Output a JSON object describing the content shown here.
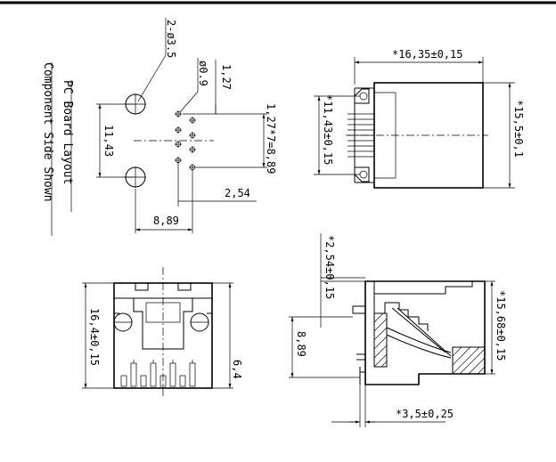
{
  "title": {
    "line1": "PC Board Layout",
    "line2": "Component Side Shown"
  },
  "pcb_layout": {
    "mount_holes": "2-ø3.5",
    "pin_holes": "ø0.9",
    "pin_pitch_1": "1,27",
    "pin_pitch_2": "1,27*7=8,89",
    "hole_spacing": "11,43",
    "row_offset": "2,54",
    "hole_to_pin": "8,89"
  },
  "side_view": {
    "length": "*16,35±0,15",
    "height": "*15,5±0,1",
    "jack_opening": "*11,43±0,15"
  },
  "front_view": {
    "height": "16,4±0,15",
    "pin_length": "6,4"
  },
  "section_view": {
    "top_offset": "*2,54±0,15",
    "height": "*15,68±0,15",
    "peg_spacing": "8,89",
    "pin_protrusion": "*3,5±0,25"
  }
}
